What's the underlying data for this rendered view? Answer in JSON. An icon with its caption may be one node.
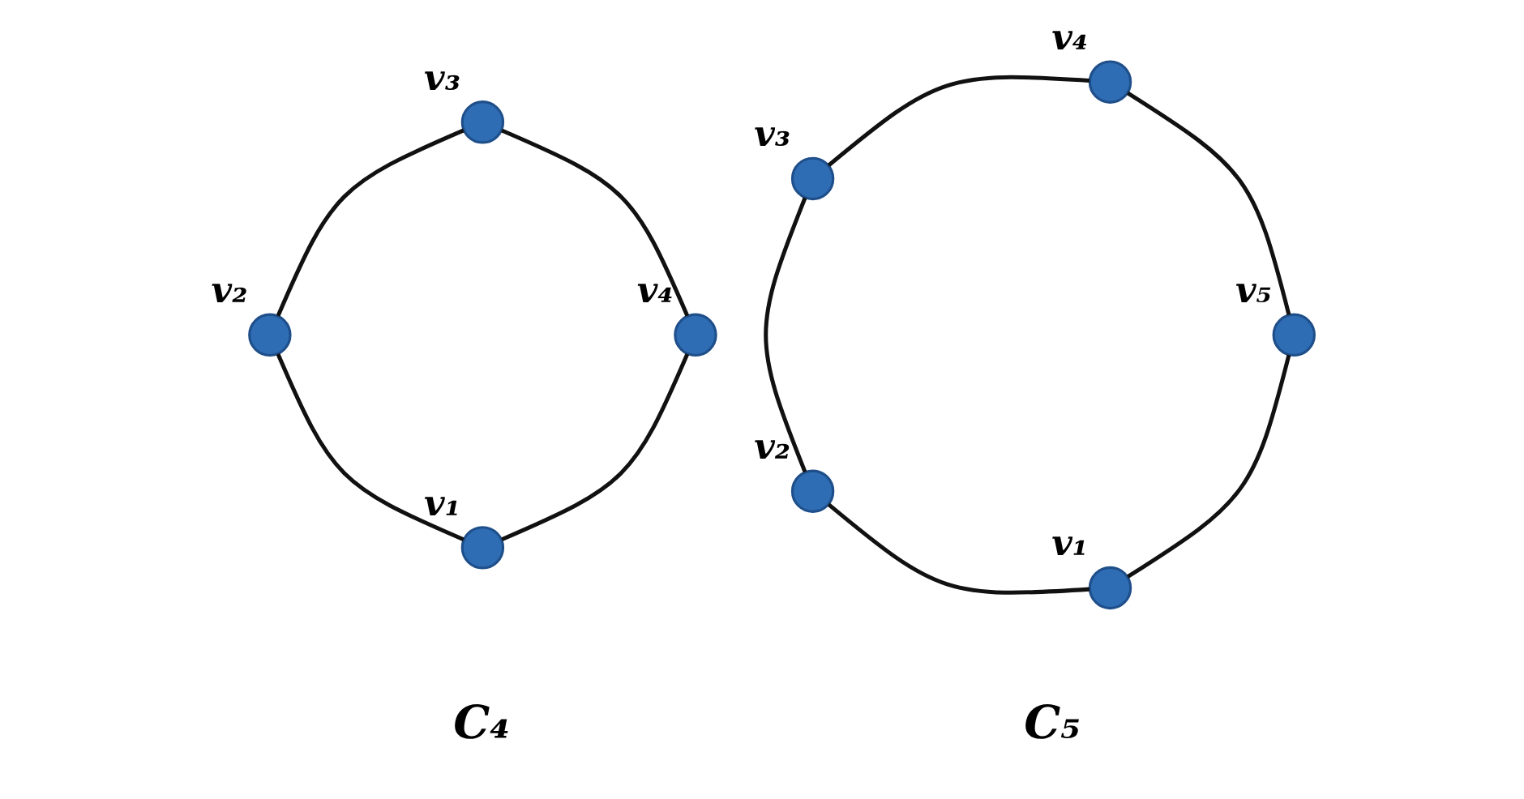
{
  "diagram": {
    "nodes": [
      {
        "text": [],
        "shape": "circle",
        "beside": [
          "v₁"
        ]
      },
      {
        "text": [],
        "shape": "circle",
        "beside": [
          "v₂"
        ]
      },
      {
        "text": [],
        "shape": "circle",
        "beside": [
          "v₃"
        ]
      },
      {
        "text": [],
        "shape": "circle",
        "beside": [
          "v₄"
        ]
      },
      {
        "text": [],
        "shape": "circle",
        "beside": [
          "v₁"
        ]
      },
      {
        "text": [],
        "shape": "circle",
        "beside": [
          "v₂"
        ]
      },
      {
        "text": [],
        "shape": "circle",
        "beside": [
          "v₃"
        ]
      },
      {
        "text": [],
        "shape": "circle",
        "beside": [
          "v₄"
        ]
      },
      {
        "text": [],
        "shape": "circle",
        "beside": [
          "v₅"
        ]
      }
    ],
    "edges": [
      {
        "from": 0,
        "to": 1,
        "arrow": "none"
      },
      {
        "from": 1,
        "to": 2,
        "arrow": "none"
      },
      {
        "from": 2,
        "to": 3,
        "arrow": "none"
      },
      {
        "from": 3,
        "to": 0,
        "arrow": "none"
      },
      {
        "from": 4,
        "to": 5,
        "arrow": "none"
      },
      {
        "from": 5,
        "to": 6,
        "arrow": "none"
      },
      {
        "from": 6,
        "to": 7,
        "arrow": "none"
      },
      {
        "from": 7,
        "to": 8,
        "arrow": "none"
      },
      {
        "from": 8,
        "to": 4,
        "arrow": "none"
      }
    ],
    "labels": [
      "C₄",
      "C₅"
    ]
  }
}
